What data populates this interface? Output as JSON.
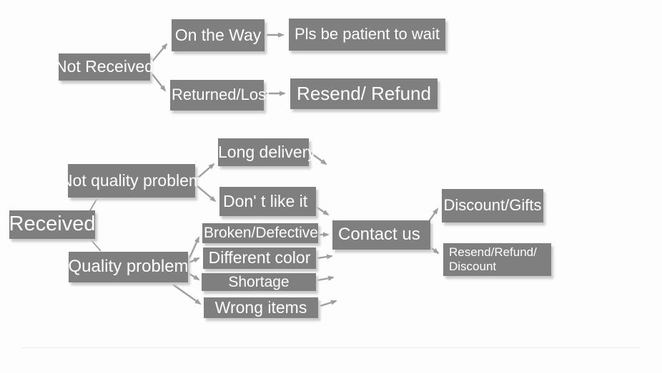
{
  "diagram": {
    "type": "flowchart",
    "background": "#fdfdfd",
    "colors": {
      "box_fill": "#7f7f7f",
      "box_text": "#ffffff",
      "arrow": "#9e9e9e",
      "connector_line": "#949494",
      "shadow": "#c9c9c9"
    },
    "nodes": [
      {
        "id": "not-received",
        "label": "Not Received"
      },
      {
        "id": "on-the-way",
        "label": "On the Way"
      },
      {
        "id": "pls-be-patient",
        "label": "Pls be patient to wait"
      },
      {
        "id": "returned-lost",
        "label": "Returned/Lost"
      },
      {
        "id": "resend-refund",
        "label": "Resend/ Refund"
      },
      {
        "id": "received",
        "label": "Received"
      },
      {
        "id": "not-quality-problem",
        "label": "Not quality problem"
      },
      {
        "id": "long-delivery",
        "label": "Long delivery"
      },
      {
        "id": "dont-like-it",
        "label": "Don' t like it"
      },
      {
        "id": "quality-problem",
        "label": "Quality problem"
      },
      {
        "id": "broken-defective",
        "label": "Broken/Defective"
      },
      {
        "id": "different-color",
        "label": "Different color"
      },
      {
        "id": "shortage",
        "label": "Shortage"
      },
      {
        "id": "wrong-items",
        "label": "Wrong items"
      },
      {
        "id": "contact-us",
        "label": "Contact us"
      },
      {
        "id": "discount-gifts",
        "label": "Discount/Gifts"
      },
      {
        "id": "resend-refund-discount",
        "label": "Resend/Refund/\nDiscount"
      }
    ],
    "edges": [
      {
        "from": "not-received",
        "to": "on-the-way",
        "style": "arrow"
      },
      {
        "from": "not-received",
        "to": "returned-lost",
        "style": "arrow"
      },
      {
        "from": "on-the-way",
        "to": "pls-be-patient",
        "style": "arrow"
      },
      {
        "from": "returned-lost",
        "to": "resend-refund",
        "style": "arrow"
      },
      {
        "from": "received",
        "to": "not-quality-problem",
        "style": "line"
      },
      {
        "from": "received",
        "to": "quality-problem",
        "style": "line"
      },
      {
        "from": "not-quality-problem",
        "to": "long-delivery",
        "style": "arrow"
      },
      {
        "from": "not-quality-problem",
        "to": "dont-like-it",
        "style": "arrow"
      },
      {
        "from": "long-delivery",
        "to": "contact-us",
        "style": "arrow"
      },
      {
        "from": "dont-like-it",
        "to": "contact-us",
        "style": "arrow"
      },
      {
        "from": "quality-problem",
        "to": "broken-defective",
        "style": "arrow"
      },
      {
        "from": "quality-problem",
        "to": "different-color",
        "style": "arrow"
      },
      {
        "from": "quality-problem",
        "to": "shortage",
        "style": "arrow"
      },
      {
        "from": "quality-problem",
        "to": "wrong-items",
        "style": "arrow"
      },
      {
        "from": "broken-defective",
        "to": "contact-us",
        "style": "arrow"
      },
      {
        "from": "different-color",
        "to": "contact-us",
        "style": "arrow"
      },
      {
        "from": "shortage",
        "to": "contact-us",
        "style": "arrow"
      },
      {
        "from": "wrong-items",
        "to": "contact-us",
        "style": "arrow"
      },
      {
        "from": "contact-us",
        "to": "discount-gifts",
        "style": "arrow"
      },
      {
        "from": "contact-us",
        "to": "resend-refund-discount",
        "style": "arrow"
      }
    ]
  }
}
